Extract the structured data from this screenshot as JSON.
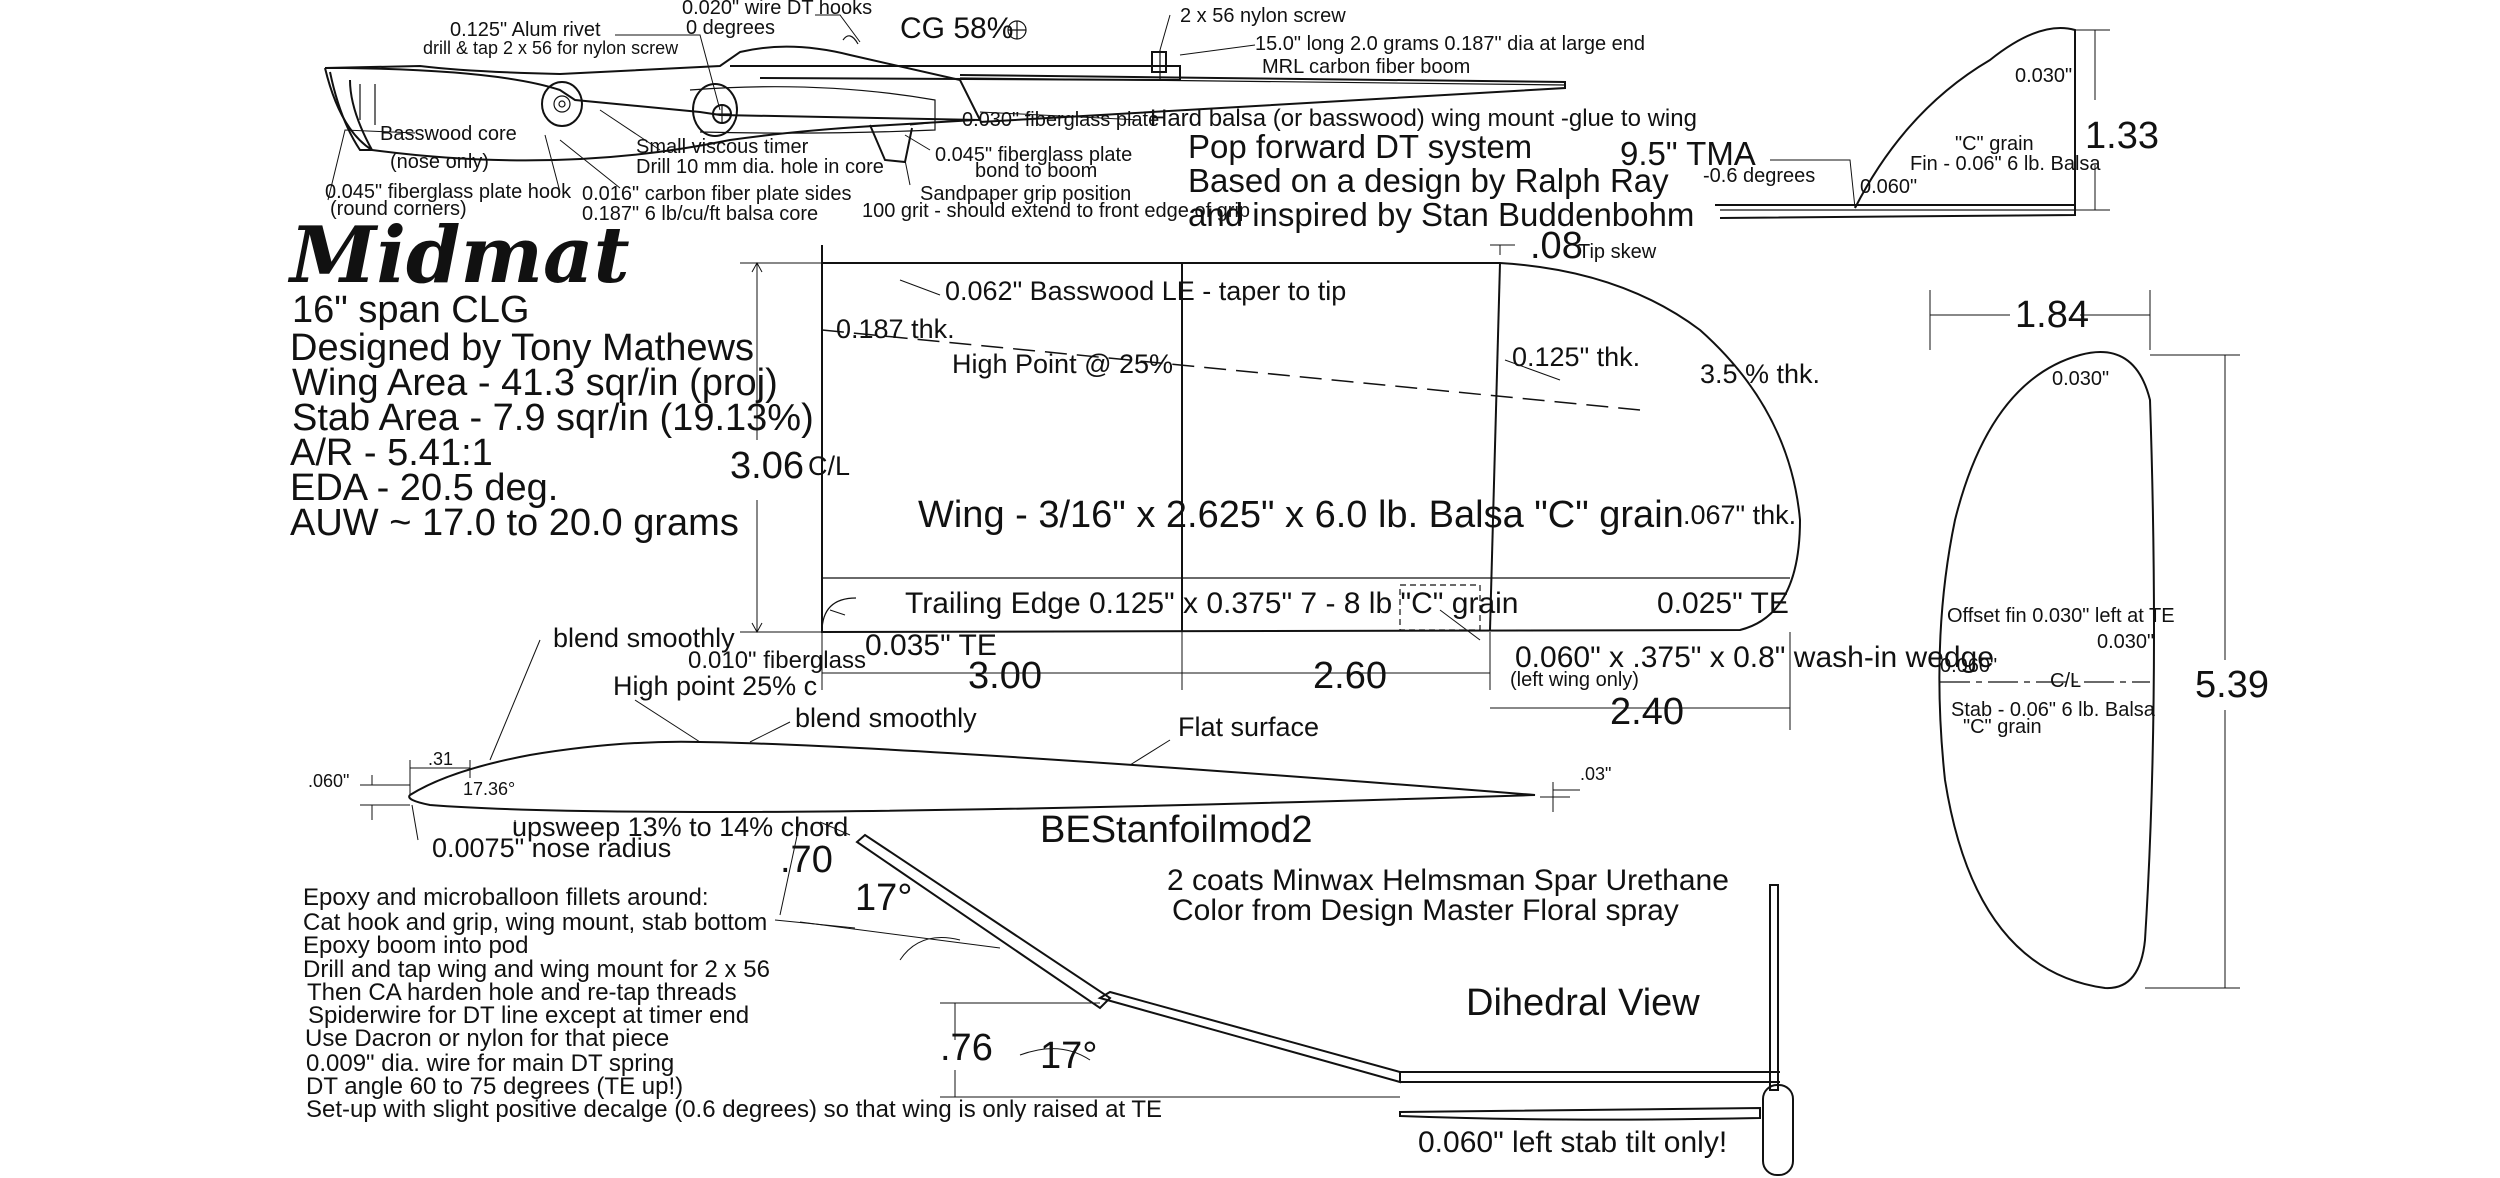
{
  "title_block": {
    "name": "Midmat",
    "span": "16\" span CLG",
    "designer": "Designed by Tony Mathews",
    "wing_area": "Wing Area - 41.3 sqr/in (proj)",
    "stab_area": "Stab Area - 7.9 sqr/in (19.13%)",
    "aspect_ratio": "A/R - 5.41:1",
    "eda": "EDA - 20.5 deg.",
    "auw": "AUW ~ 17.0 to 20.0 grams"
  },
  "fuselage": {
    "rivet": "0.125\" Alum rivet",
    "drill_tap": "drill & tap 2 x 56 for nylon screw",
    "wire_hooks": "0.020\" wire DT hooks",
    "zero_deg": "0 degrees",
    "cg": "CG 58%",
    "nylon_screw": "2 x 56 nylon screw",
    "boom_spec": "15.0\" long 2.0 grams 0.187\" dia at large end",
    "boom_name": "MRL carbon fiber boom",
    "basswood_core": "Basswood core",
    "nose_only": "(nose only)",
    "viscous_timer": "Small viscous timer",
    "drill_hole": "Drill 10 mm dia. hole in core",
    "fg_plate": "0.030\" fiberglass plate",
    "wing_mount": "Hard balsa (or basswood) wing mount -glue to wing",
    "fg_plate_045": "0.045\" fiberglass plate",
    "bond_boom": "bond to boom",
    "hook_plate": "0.045\" fiberglass plate hook",
    "round_corners": "(round corners)",
    "carbon_sides": "0.016\" carbon fiber plate sides",
    "balsa_core": "0.187\" 6 lb/cu/ft balsa core",
    "sandpaper": "Sandpaper grip position",
    "grit": "100 grit - should extend to front edge of grip"
  },
  "dt_notes": {
    "line1": "Pop forward DT system",
    "line2": "Based on a design by Ralph Ray",
    "line3": "and inspired by Stan Buddenbohm"
  },
  "fin": {
    "tma": "9.5\" TMA",
    "tma_deg": "-0.6 degrees",
    "thk_top": "0.030\"",
    "grain": "\"C\" grain",
    "spec": "Fin - 0.06\" 6 lb. Balsa",
    "thk_bottom": "0.060\"",
    "height": "1.33"
  },
  "wing": {
    "tip_skew_val": ".08",
    "tip_skew": "Tip skew",
    "le": "0.062\" Basswood LE - taper to tip",
    "root_thk": "0.187 thk.",
    "high_point": "High Point @ 25%",
    "mid_thk": "0.125\" thk.",
    "tip_pct": "3.5 % thk.",
    "chord": "3.06",
    "cl": "C/L",
    "spec": "Wing - 3/16\" x 2.625\" x 6.0 lb. Balsa \"C\" grain",
    "tip_thk": ".067\" thk.",
    "te": "Trailing Edge 0.125\" x 0.375\"  7 - 8 lb \"C\" grain",
    "te_tip": "0.025\" TE",
    "fiberglass": "0.010\" fiberglass",
    "te_root": "0.035\" TE",
    "span1": "3.00",
    "span2": "2.60",
    "span3": "2.40",
    "wedge": "0.060\" x .375\" x 0.8\" wash-in wedge",
    "wedge_note": "(left wing only)"
  },
  "stab": {
    "width": "1.84",
    "length": "5.39",
    "thk_top": "0.030\"",
    "offset": "Offset fin 0.030\" left at TE",
    "thk_right": "0.030\"",
    "thk_left": "0.060\"",
    "cl": "C/L",
    "spec": "Stab - 0.06\" 6 lb. Balsa",
    "grain": "\"C\" grain"
  },
  "airfoil": {
    "blend1": "blend smoothly",
    "high_point": "High point 25% c",
    "blend2": "blend smoothly",
    "flat": "Flat surface",
    "le_thk": ".060\"",
    "dim_31": ".31",
    "angle": "17.36°",
    "te_thk": ".03\"",
    "upsweep": "upsweep 13% to 14%  chord",
    "nose_radius": "0.0075\" nose radius",
    "name": "BEStanfoilmod2"
  },
  "finish": {
    "line1": "2 coats Minwax Helmsman Spar Urethane",
    "line2": "Color from Design Master Floral spray"
  },
  "dihedral": {
    "title": "Dihedral View",
    "d70": ".70",
    "a1": "17°",
    "d76": ".76",
    "a2": "17°",
    "stab_tilt": "0.060\" left stab tilt only!"
  },
  "notes": [
    "Epoxy and microballoon fillets around:",
    "Cat hook and grip, wing mount, stab bottom",
    "Epoxy boom into pod",
    "Drill and tap wing and wing mount for 2 x 56",
    "Then CA harden hole and re-tap threads",
    "Spiderwire for DT line except at timer end",
    "Use Dacron or nylon for that piece",
    "0.009\" dia. wire for main DT spring",
    "DT angle 60 to 75 degrees (TE up!)",
    "Set-up with slight positive decalge (0.6 degrees) so that wing is only raised at TE"
  ]
}
